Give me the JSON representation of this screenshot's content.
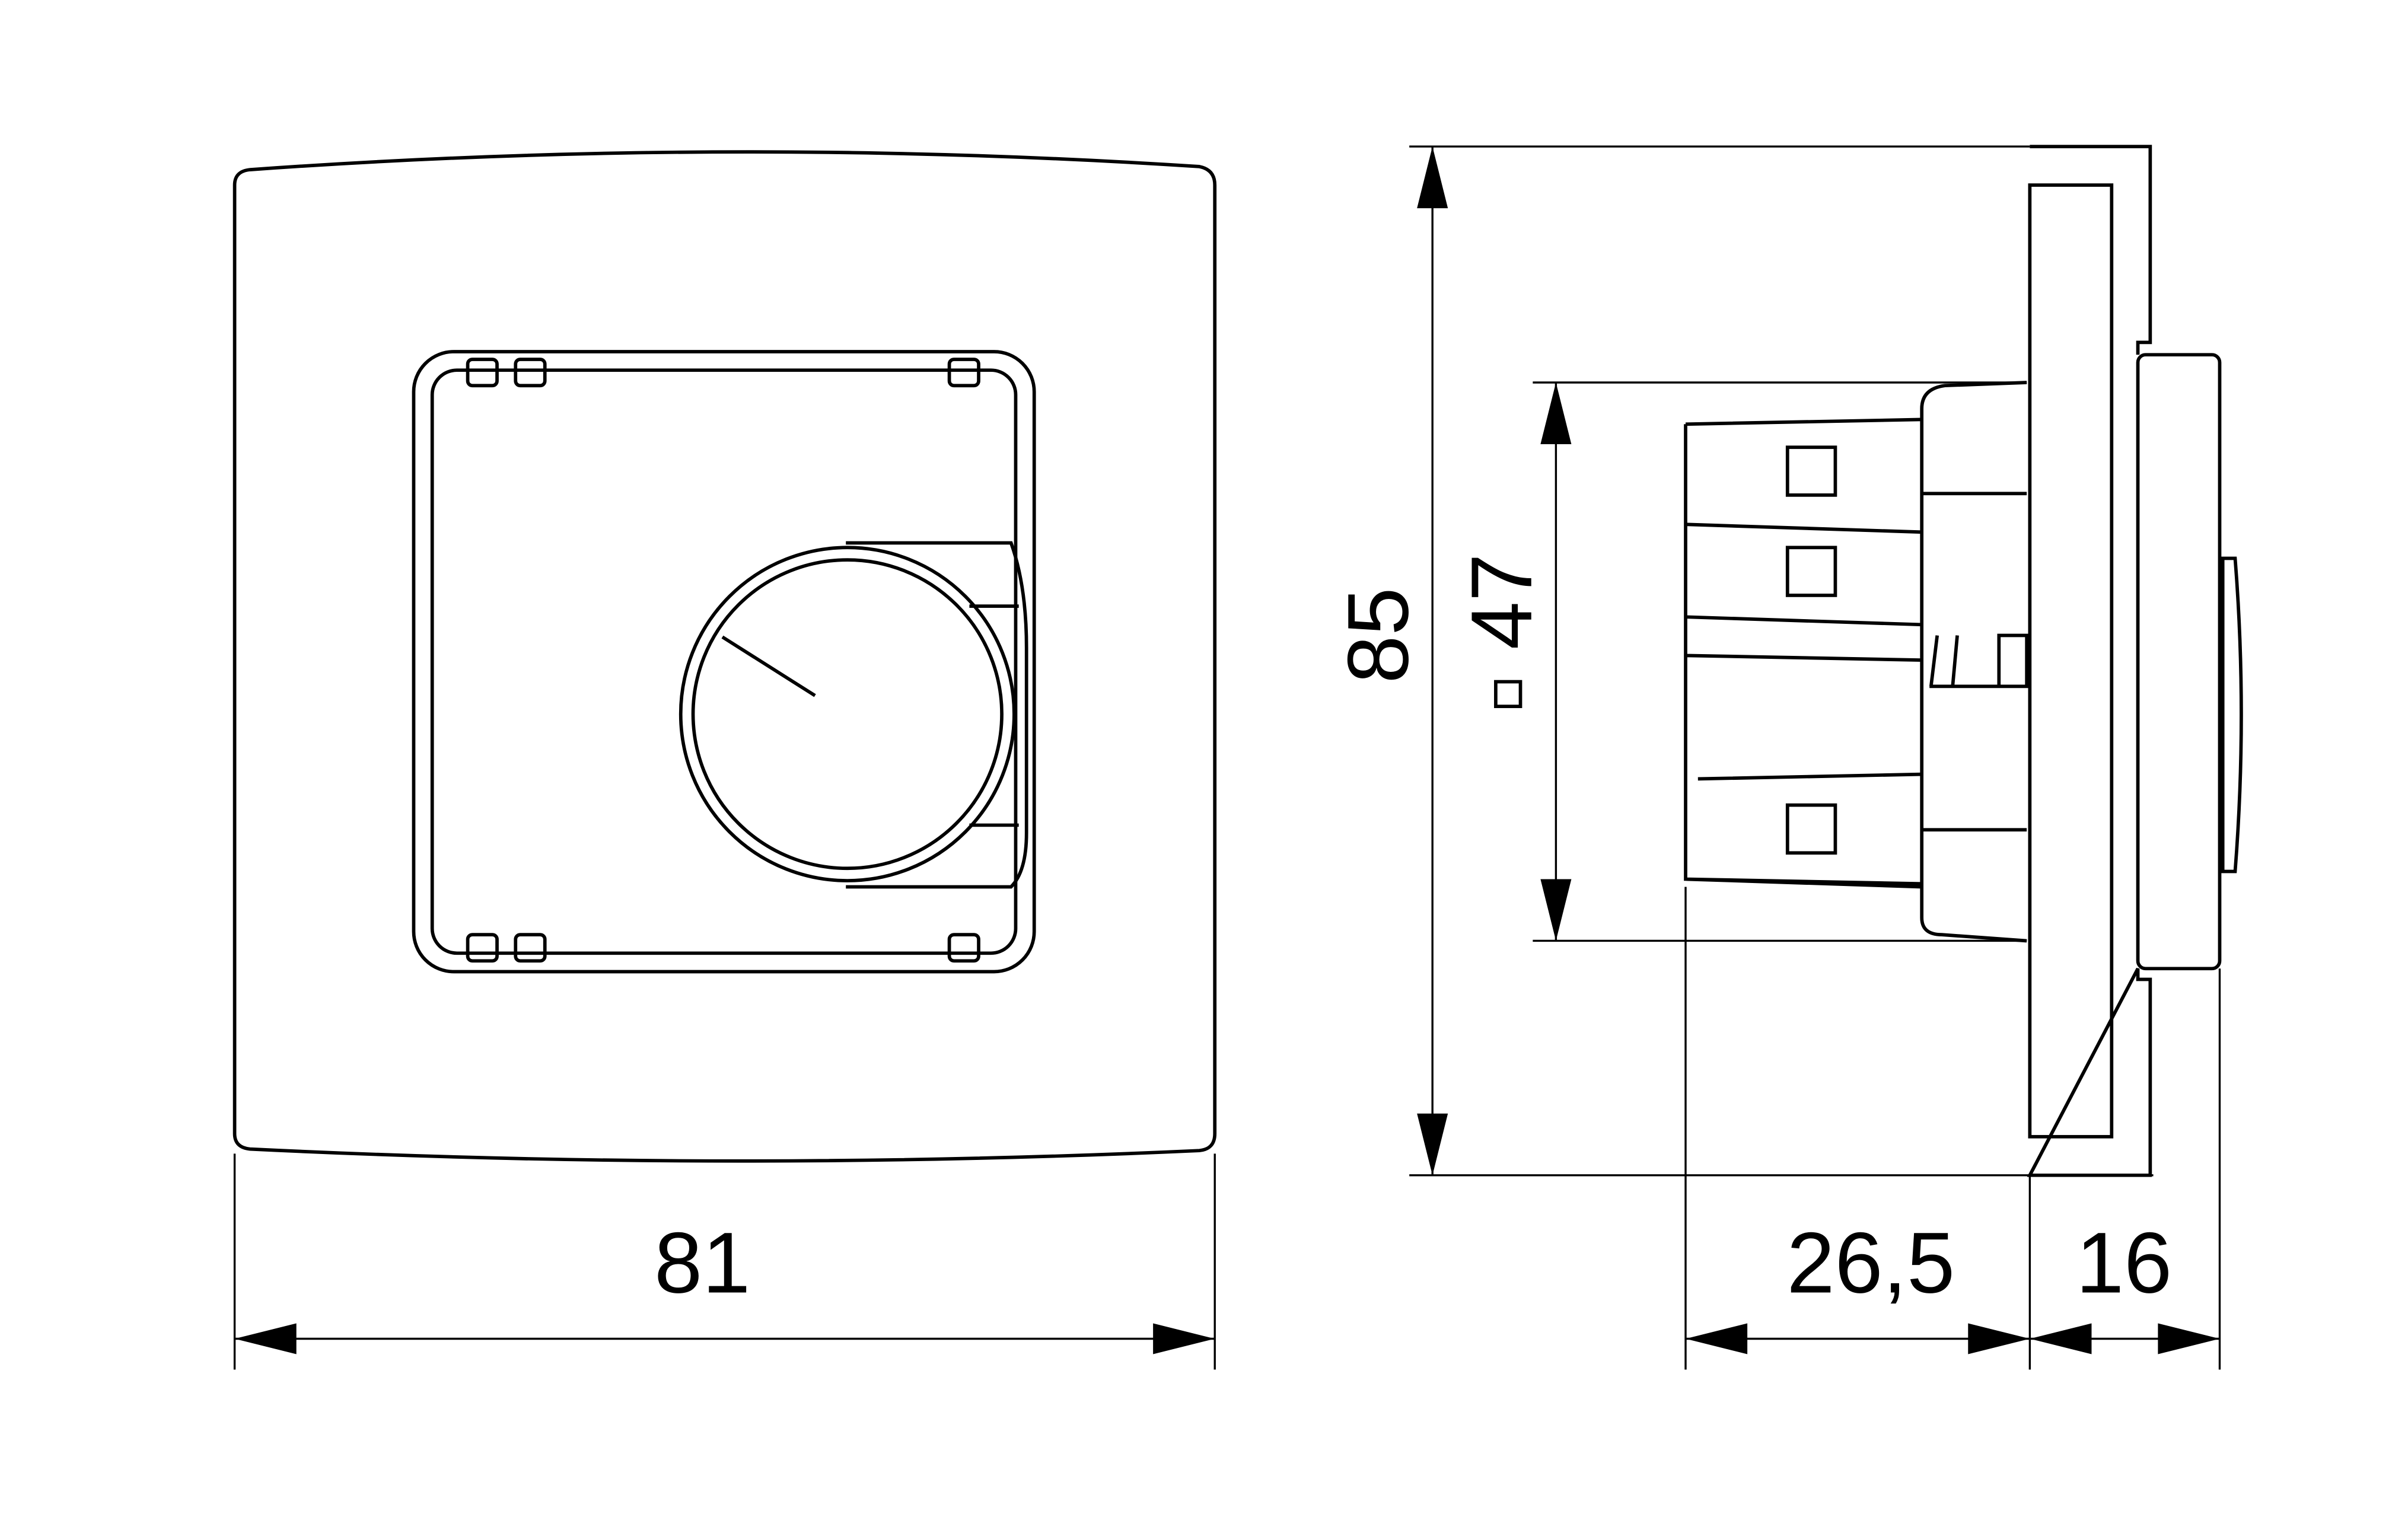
{
  "title": "Thermostat dimension drawing",
  "views": {
    "front": {
      "width_label": "81"
    },
    "side": {
      "height_label": "85",
      "module_label": "47",
      "module_symbol": "square",
      "depth_label": "26,5",
      "front_depth_label": "16"
    }
  },
  "colors": {
    "line": "#000000",
    "background": "#ffffff"
  }
}
